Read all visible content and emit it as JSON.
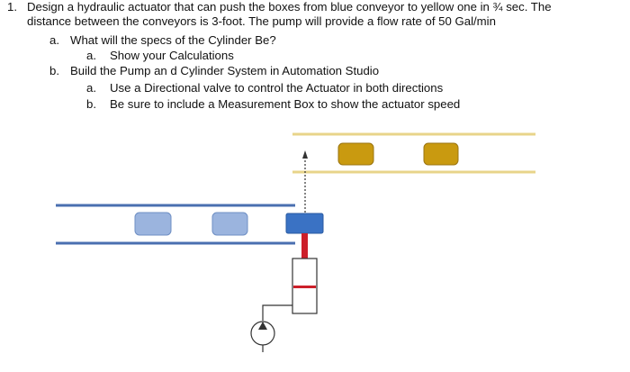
{
  "problem": {
    "number": "1.",
    "line1": "Design a hydraulic actuator that can push the boxes from blue conveyor to yellow one in ¾ sec. The",
    "line2": "distance between the conveyors is 3-foot.  The pump will provide a flow rate of 50 Gal/min",
    "items": [
      {
        "marker": "a.",
        "text": "What will the specs of the Cylinder Be?",
        "sub": [
          {
            "marker": "a.",
            "text": "Show your Calculations"
          }
        ]
      },
      {
        "marker": "b.",
        "text": "Build the Pump an d Cylinder System in Automation Studio",
        "sub": [
          {
            "marker": "a.",
            "text": "Use a Directional valve to control the Actuator in both directions"
          },
          {
            "marker": "b.",
            "text": "Be sure to include a Measurement  Box to show the actuator speed"
          }
        ]
      }
    ]
  },
  "colors": {
    "yellow_conveyor": "#e8d48a",
    "yellow_box_fill": "#c99a10",
    "yellow_box_stroke": "#9a7410",
    "blue_conveyor": "#4a6fb0",
    "blue_box_fill": "#9bb4de",
    "blue_box_stroke": "#6f8fc4",
    "pusher_fill": "#3a72c4",
    "rod_red": "#cc1f2a",
    "line_dark": "#333333"
  }
}
